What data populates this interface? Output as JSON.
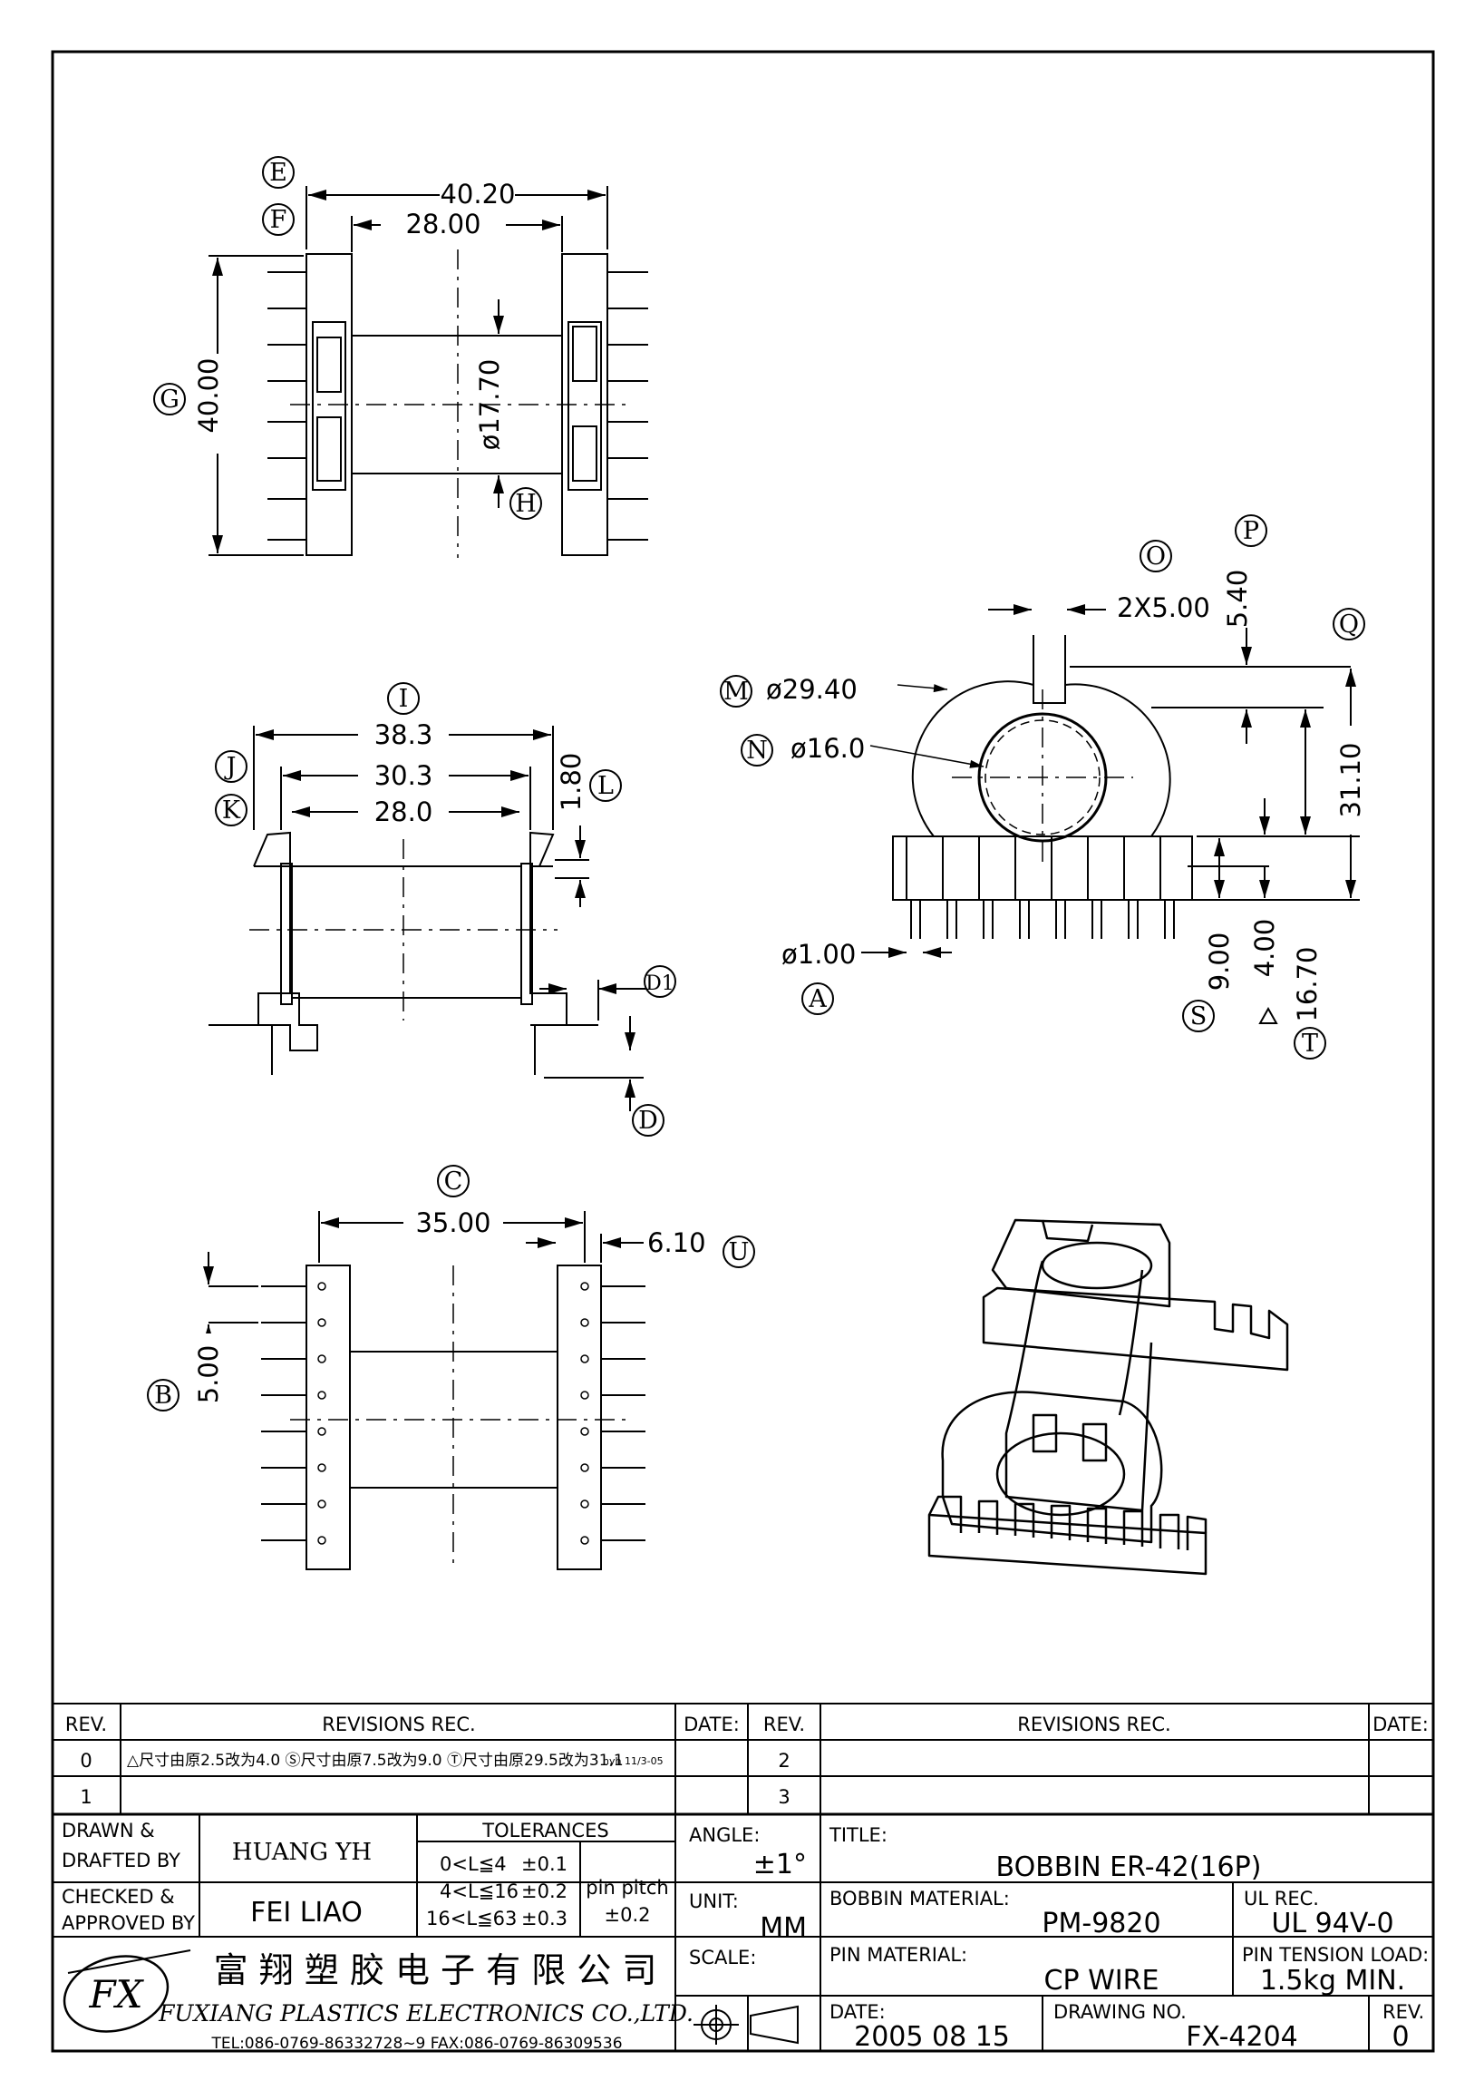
{
  "views": {
    "top": {
      "dims": {
        "overall_width": "40.20",
        "inner_width": "28.00",
        "height": "40.00",
        "diameter": "ø17.70"
      },
      "bubbles": {
        "e": "E",
        "f": "F",
        "g": "G",
        "h": "H"
      }
    },
    "side": {
      "dims": {
        "w1": "38.3",
        "w2": "30.3",
        "w3": "28.0",
        "flange": "1.80"
      },
      "bubbles": {
        "i": "I",
        "j": "J",
        "k": "K",
        "l": "L",
        "d1": "D1",
        "d": "D"
      }
    },
    "front": {
      "dims": {
        "outer_dia": "ø29.40",
        "inner_dia": "ø16.0",
        "slot": "2X5.00",
        "top": "5.40",
        "height": "31.10",
        "pin_dia": "ø1.00",
        "base": "9.00",
        "pin_len": "4.00",
        "total": "16.70"
      },
      "bubbles": {
        "m": "M",
        "n": "N",
        "o": "O",
        "p": "P",
        "q": "Q",
        "a": "A",
        "s": "S",
        "t": "T"
      }
    },
    "bottom": {
      "dims": {
        "span": "35.00",
        "end": "6.10",
        "pitch": "5.00"
      },
      "bubbles": {
        "c": "C",
        "u": "U",
        "b": "B"
      }
    }
  },
  "revisions": {
    "headers": {
      "rev": "REV.",
      "rec": "REVISIONS  REC.",
      "date": "DATE:"
    },
    "left_rows": [
      {
        "rev": "0",
        "text": "△尺寸由原2.5改为4.0 Ⓢ尺寸由原7.5改为9.0 Ⓣ尺寸由原29.5改为31.1",
        "sign": "hyh 11/3-05",
        "date": ""
      },
      {
        "rev": "1",
        "text": "",
        "sign": "",
        "date": ""
      }
    ],
    "right_rows": [
      {
        "rev": "2",
        "text": "",
        "date": ""
      },
      {
        "rev": "3",
        "text": "",
        "date": ""
      }
    ]
  },
  "title_block": {
    "drawn_label": "DRAWN &",
    "drafted_label": "DRAFTED BY",
    "drawn_by": "HUANG YH",
    "checked_label": "CHECKED &",
    "approved_label": "APPROVED BY",
    "approved_by": "FEI LIAO",
    "tolerances_title": "TOLERANCES",
    "tol_rows": [
      {
        "range": "0<L≦4",
        "value": "±0.1"
      },
      {
        "range": "4<L≦16",
        "value": "±0.2"
      },
      {
        "range": "16<L≦63",
        "value": "±0.3"
      }
    ],
    "pin_pitch_label": "pin pitch",
    "pin_pitch_value": "±0.2",
    "angle_label": "ANGLE:",
    "angle_value": "±1°",
    "unit_label": "UNIT:",
    "unit_value": "MM",
    "scale_label": "SCALE:",
    "title_label": "TITLE:",
    "title_value": "BOBBIN ER-42(16P)",
    "bobbin_material_label": "BOBBIN MATERIAL:",
    "bobbin_material": "PM-9820",
    "ul_label": "UL REC.",
    "ul_value": "UL 94V-0",
    "pin_material_label": "PIN MATERIAL:",
    "pin_material": "CP WIRE",
    "pin_tension_label": "PIN TENSION LOAD:",
    "pin_tension": "1.5kg MIN.",
    "date_label": "DATE:",
    "date_value": "2005 08 15",
    "drawing_no_label": "DRAWING NO.",
    "drawing_no": "FX-4204",
    "rev_label": "REV.",
    "rev_value": "0",
    "company_cn": "富 翔 塑 胶 电 子 有 限 公 司",
    "company_en": "FUXIANG PLASTICS ELECTRONICS CO.,LTD.",
    "contact": "TEL:086-0769-86332728~9  FAX:086-0769-86309536",
    "logo_text": "FX"
  }
}
